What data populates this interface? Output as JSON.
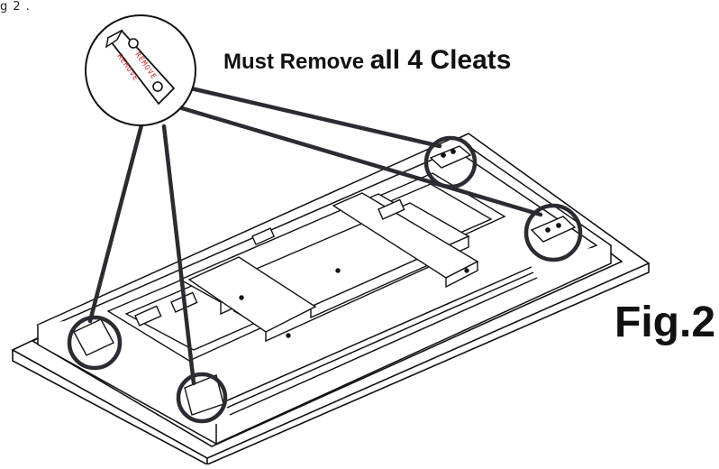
{
  "header": {
    "corner_label": "g 2 ."
  },
  "title": {
    "part1": "Must Remove ",
    "part2": "all 4 Cleats"
  },
  "figure": {
    "label": "Fig.2"
  },
  "callout": {
    "stamp_text": "REMOVE"
  },
  "colors": {
    "line": "#111111",
    "callout": "#2b2b33",
    "stamp": "#cc2222"
  }
}
